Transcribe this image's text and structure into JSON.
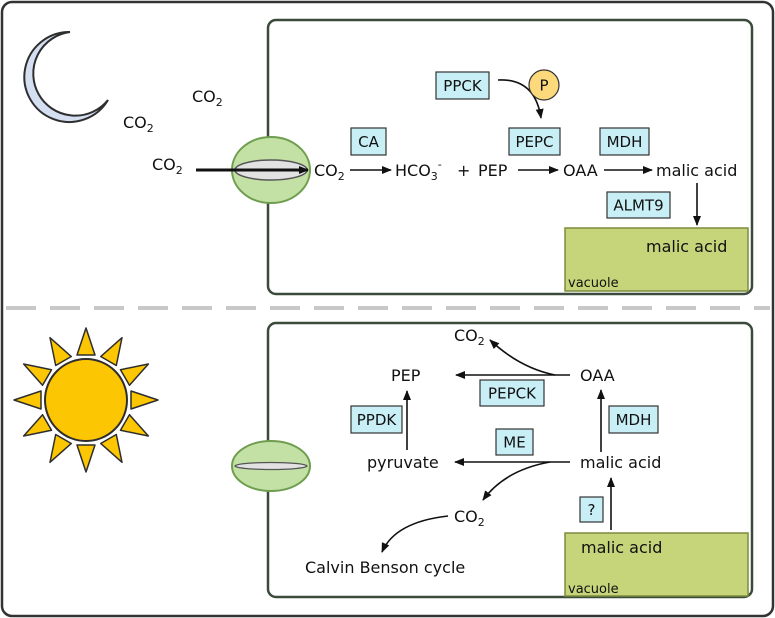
{
  "colors": {
    "cell_stroke": "#3c4a3c",
    "enzyme_fill": "#c8eef6",
    "vacuole_fill": "#c6d47a",
    "vacuole_stroke": "#7d8c3c",
    "stomata_fill": "#c3e0a5",
    "stomata_stroke": "#6f9e4f",
    "moon_fill": "#d4dff2",
    "sun_fill": "#fdc602",
    "phosphate_fill": "#fcd97a",
    "divider": "#c8c8c8"
  },
  "icons": {
    "night": "moon-icon",
    "day": "sun-icon",
    "stomata": "stomata-icon",
    "phosphate": "phosphate-icon"
  },
  "night": {
    "co2": "CO",
    "co2_sub": "2",
    "hco3_main": "HCO",
    "hco3_sub": "3",
    "hco3_sup": "-",
    "plus": "+",
    "pep": "PEP",
    "oaa": "OAA",
    "malic_acid": "malic acid",
    "vacuole_malic": "malic acid",
    "vacuole_label": "vacuole",
    "phosphate": "P",
    "enzymes": {
      "ppck": "PPCK",
      "ca": "CA",
      "pepc": "PEPC",
      "mdh": "MDH",
      "almt9": "ALMT9"
    }
  },
  "day": {
    "co2": "CO",
    "co2_sub": "2",
    "pep": "PEP",
    "oaa": "OAA",
    "pyruvate": "pyruvate",
    "malic_acid": "malic acid",
    "calvin": "Calvin Benson cycle",
    "vacuole_malic": "malic acid",
    "vacuole_label": "vacuole",
    "enzymes": {
      "pepck": "PEPCK",
      "ppdk": "PPDK",
      "me": "ME",
      "mdh": "MDH",
      "unknown": "?"
    }
  }
}
